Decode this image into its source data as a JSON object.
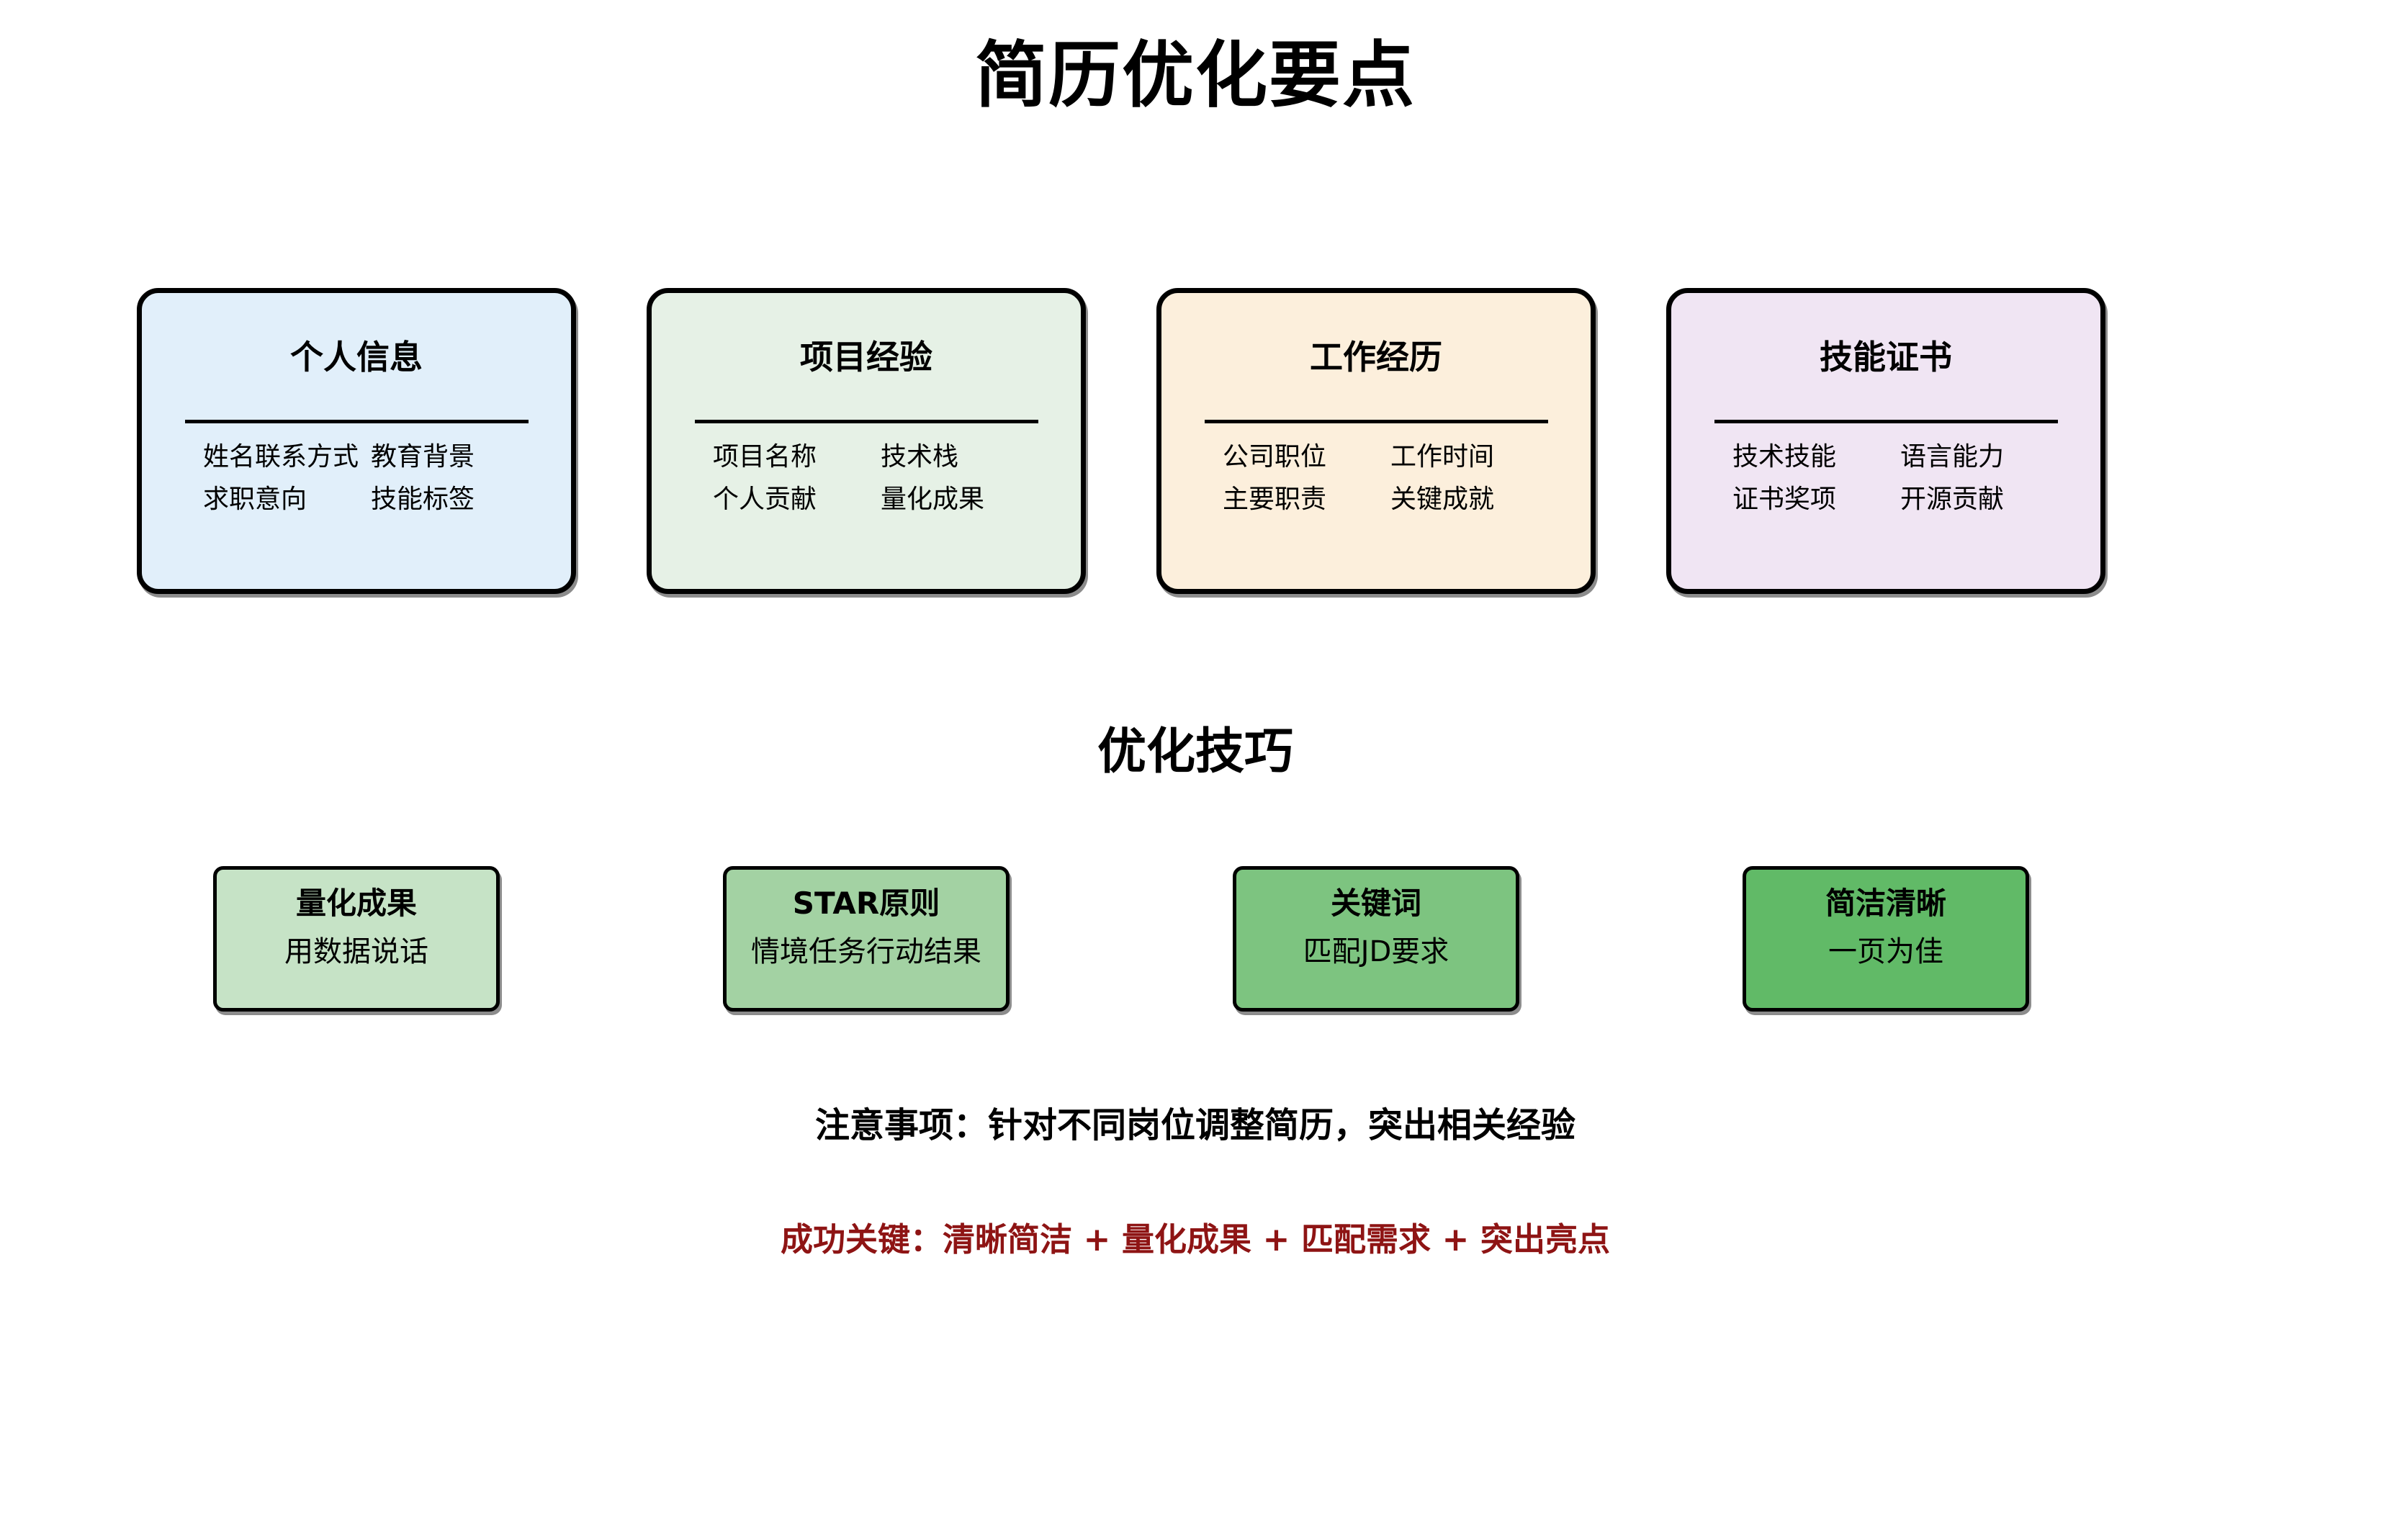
{
  "page_title": "简历优化要点",
  "section_cards": [
    {
      "title": "个人信息",
      "items": [
        "姓名联系方式",
        "教育背景",
        "求职意向",
        "技能标签"
      ],
      "bg": "#e1effa"
    },
    {
      "title": "项目经验",
      "items": [
        "项目名称",
        "技术栈",
        "个人贡献",
        "量化成果"
      ],
      "bg": "#e6f1e6"
    },
    {
      "title": "工作经历",
      "items": [
        "公司职位",
        "工作时间",
        "主要职责",
        "关键成就"
      ],
      "bg": "#fcefdc"
    },
    {
      "title": "技能证书",
      "items": [
        "技术技能",
        "语言能力",
        "证书奖项",
        "开源贡献"
      ],
      "bg": "#f0e5f3"
    }
  ],
  "tips_heading": "优化技巧",
  "tips": [
    {
      "title": "量化成果",
      "subtitle": "用数据说话",
      "bg": "#c6e3c6"
    },
    {
      "title": "STAR原则",
      "subtitle": "情境任务行动结果",
      "bg": "#a3d2a3"
    },
    {
      "title": "关键词",
      "subtitle": "匹配JD要求",
      "bg": "#7dc480"
    },
    {
      "title": "简洁清晰",
      "subtitle": "一页为佳",
      "bg": "#61ba67"
    }
  ],
  "notes": {
    "attention": "注意事项：针对不同岗位调整简历，突出相关经验",
    "success": "成功关键：清晰简洁 + 量化成果 + 匹配需求 + 突出亮点",
    "success_color": "#8e1414"
  },
  "colors": {
    "border": "#000000",
    "text": "#000000",
    "background": "#ffffff"
  }
}
